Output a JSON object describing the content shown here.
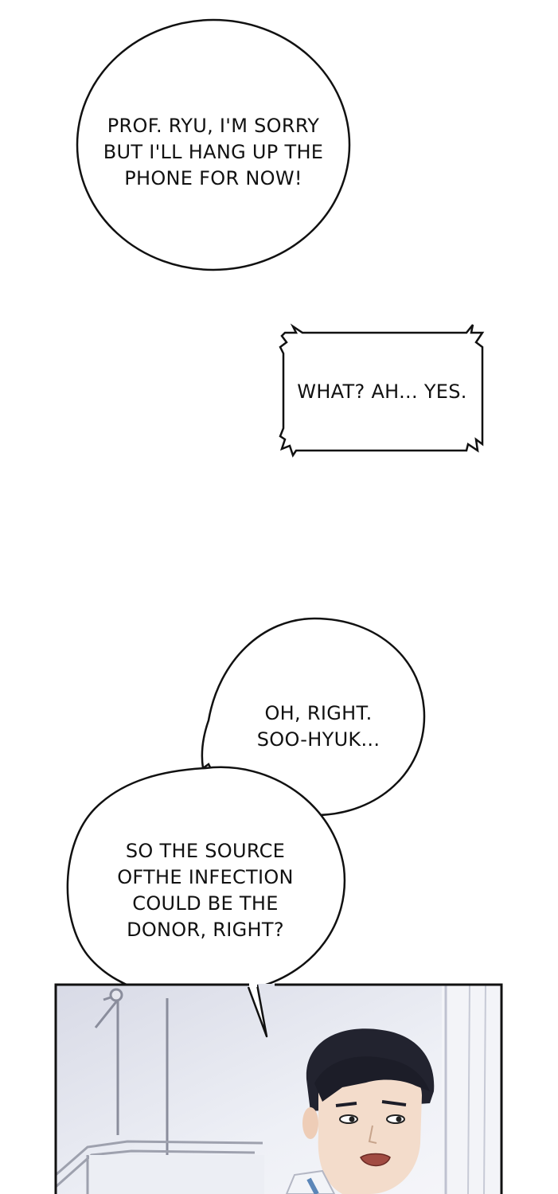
{
  "bubbles": {
    "top": {
      "lines": [
        "PROF. RYU, I'M SORRY",
        "BUT I'LL HANG UP THE",
        "PHONE FOR NOW!"
      ]
    },
    "box": {
      "lines": [
        "WHAT? AH... YES."
      ]
    },
    "mid": {
      "lines": [
        "OH, RIGHT.",
        "SOO-HYUK..."
      ]
    },
    "low": {
      "lines": [
        "SO THE SOURCE",
        "OFTHE INFECTION",
        "COULD BE THE",
        "DONOR, RIGHT?"
      ]
    }
  },
  "panel": {
    "scene": "doctor-in-hospital-room"
  }
}
